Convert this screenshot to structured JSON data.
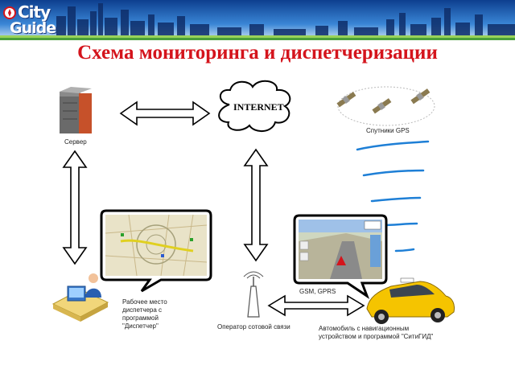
{
  "brand": {
    "line1": "City",
    "line2": "Guide"
  },
  "title": "Схема мониторинга и диспетчеризации",
  "nodes": {
    "server": "Сервер",
    "internet": "INTERNET",
    "satellites": "Спутники GPS",
    "workstation": [
      "Рабочее место",
      "диспетчера с",
      "программой",
      "\"Диспетчер\""
    ],
    "operator": "Оператор сотовой связи",
    "car": [
      "Автомобиль с навигационным",
      "устройством и программой \"СитиГИД\""
    ],
    "link": "GSM, GPRS"
  },
  "colors": {
    "title": "#d4141c",
    "waves": "#1e7fd6",
    "banner": "#2a6fc4",
    "taxi": "#f5c400"
  }
}
